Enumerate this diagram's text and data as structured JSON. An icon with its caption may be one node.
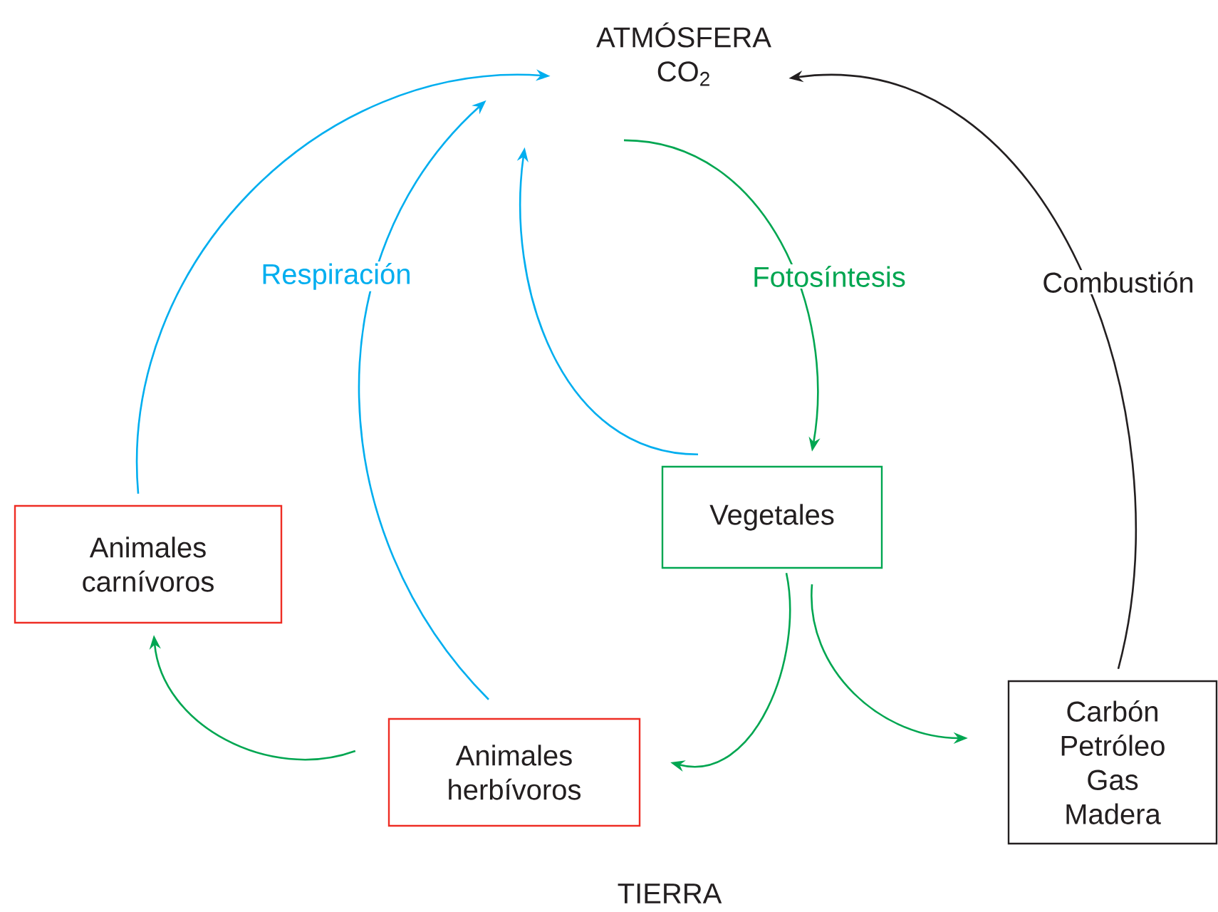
{
  "diagram": {
    "nodes": [
      {
        "text": [
          "ATMÓSFERA",
          "CO$_{2}$"
        ]
      },
      {
        "text": [
          "Animales carnívoros"
        ]
      },
      {
        "text": [
          "Vegetales"
        ]
      },
      {
        "text": [
          "Animales herbívoros"
        ]
      },
      {
        "text": [
          "Carbón Petróleo Gas Madera"
        ]
      }
    ],
    "edges": [
      {
        "from": 1,
        "to": 0,
        "arrow": "to",
        "color": "#00aeef"
      },
      {
        "from": 3,
        "to": 0,
        "arrow": "to",
        "color": "#00aeef",
        "label": "Respiración"
      },
      {
        "from": 2,
        "to": 0,
        "arrow": "to",
        "color": "#00aeef"
      },
      {
        "from": 0,
        "to": 2,
        "arrow": "to",
        "color": "#00a651",
        "label": "Fotosíntesis"
      },
      {
        "from": 2,
        "to": 3,
        "arrow": "to",
        "color": "#00a651"
      },
      {
        "from": 2,
        "to": 4,
        "arrow": "to",
        "color": "#00a651"
      },
      {
        "from": 3,
        "to": 1,
        "arrow": "to",
        "color": "#00a651"
      },
      {
        "from": 4,
        "to": 0,
        "arrow": "to",
        "color": "#231f20",
        "label": "Combustión"
      }
    ],
    "labels": [
      "TIERRA"
    ]
  }
}
